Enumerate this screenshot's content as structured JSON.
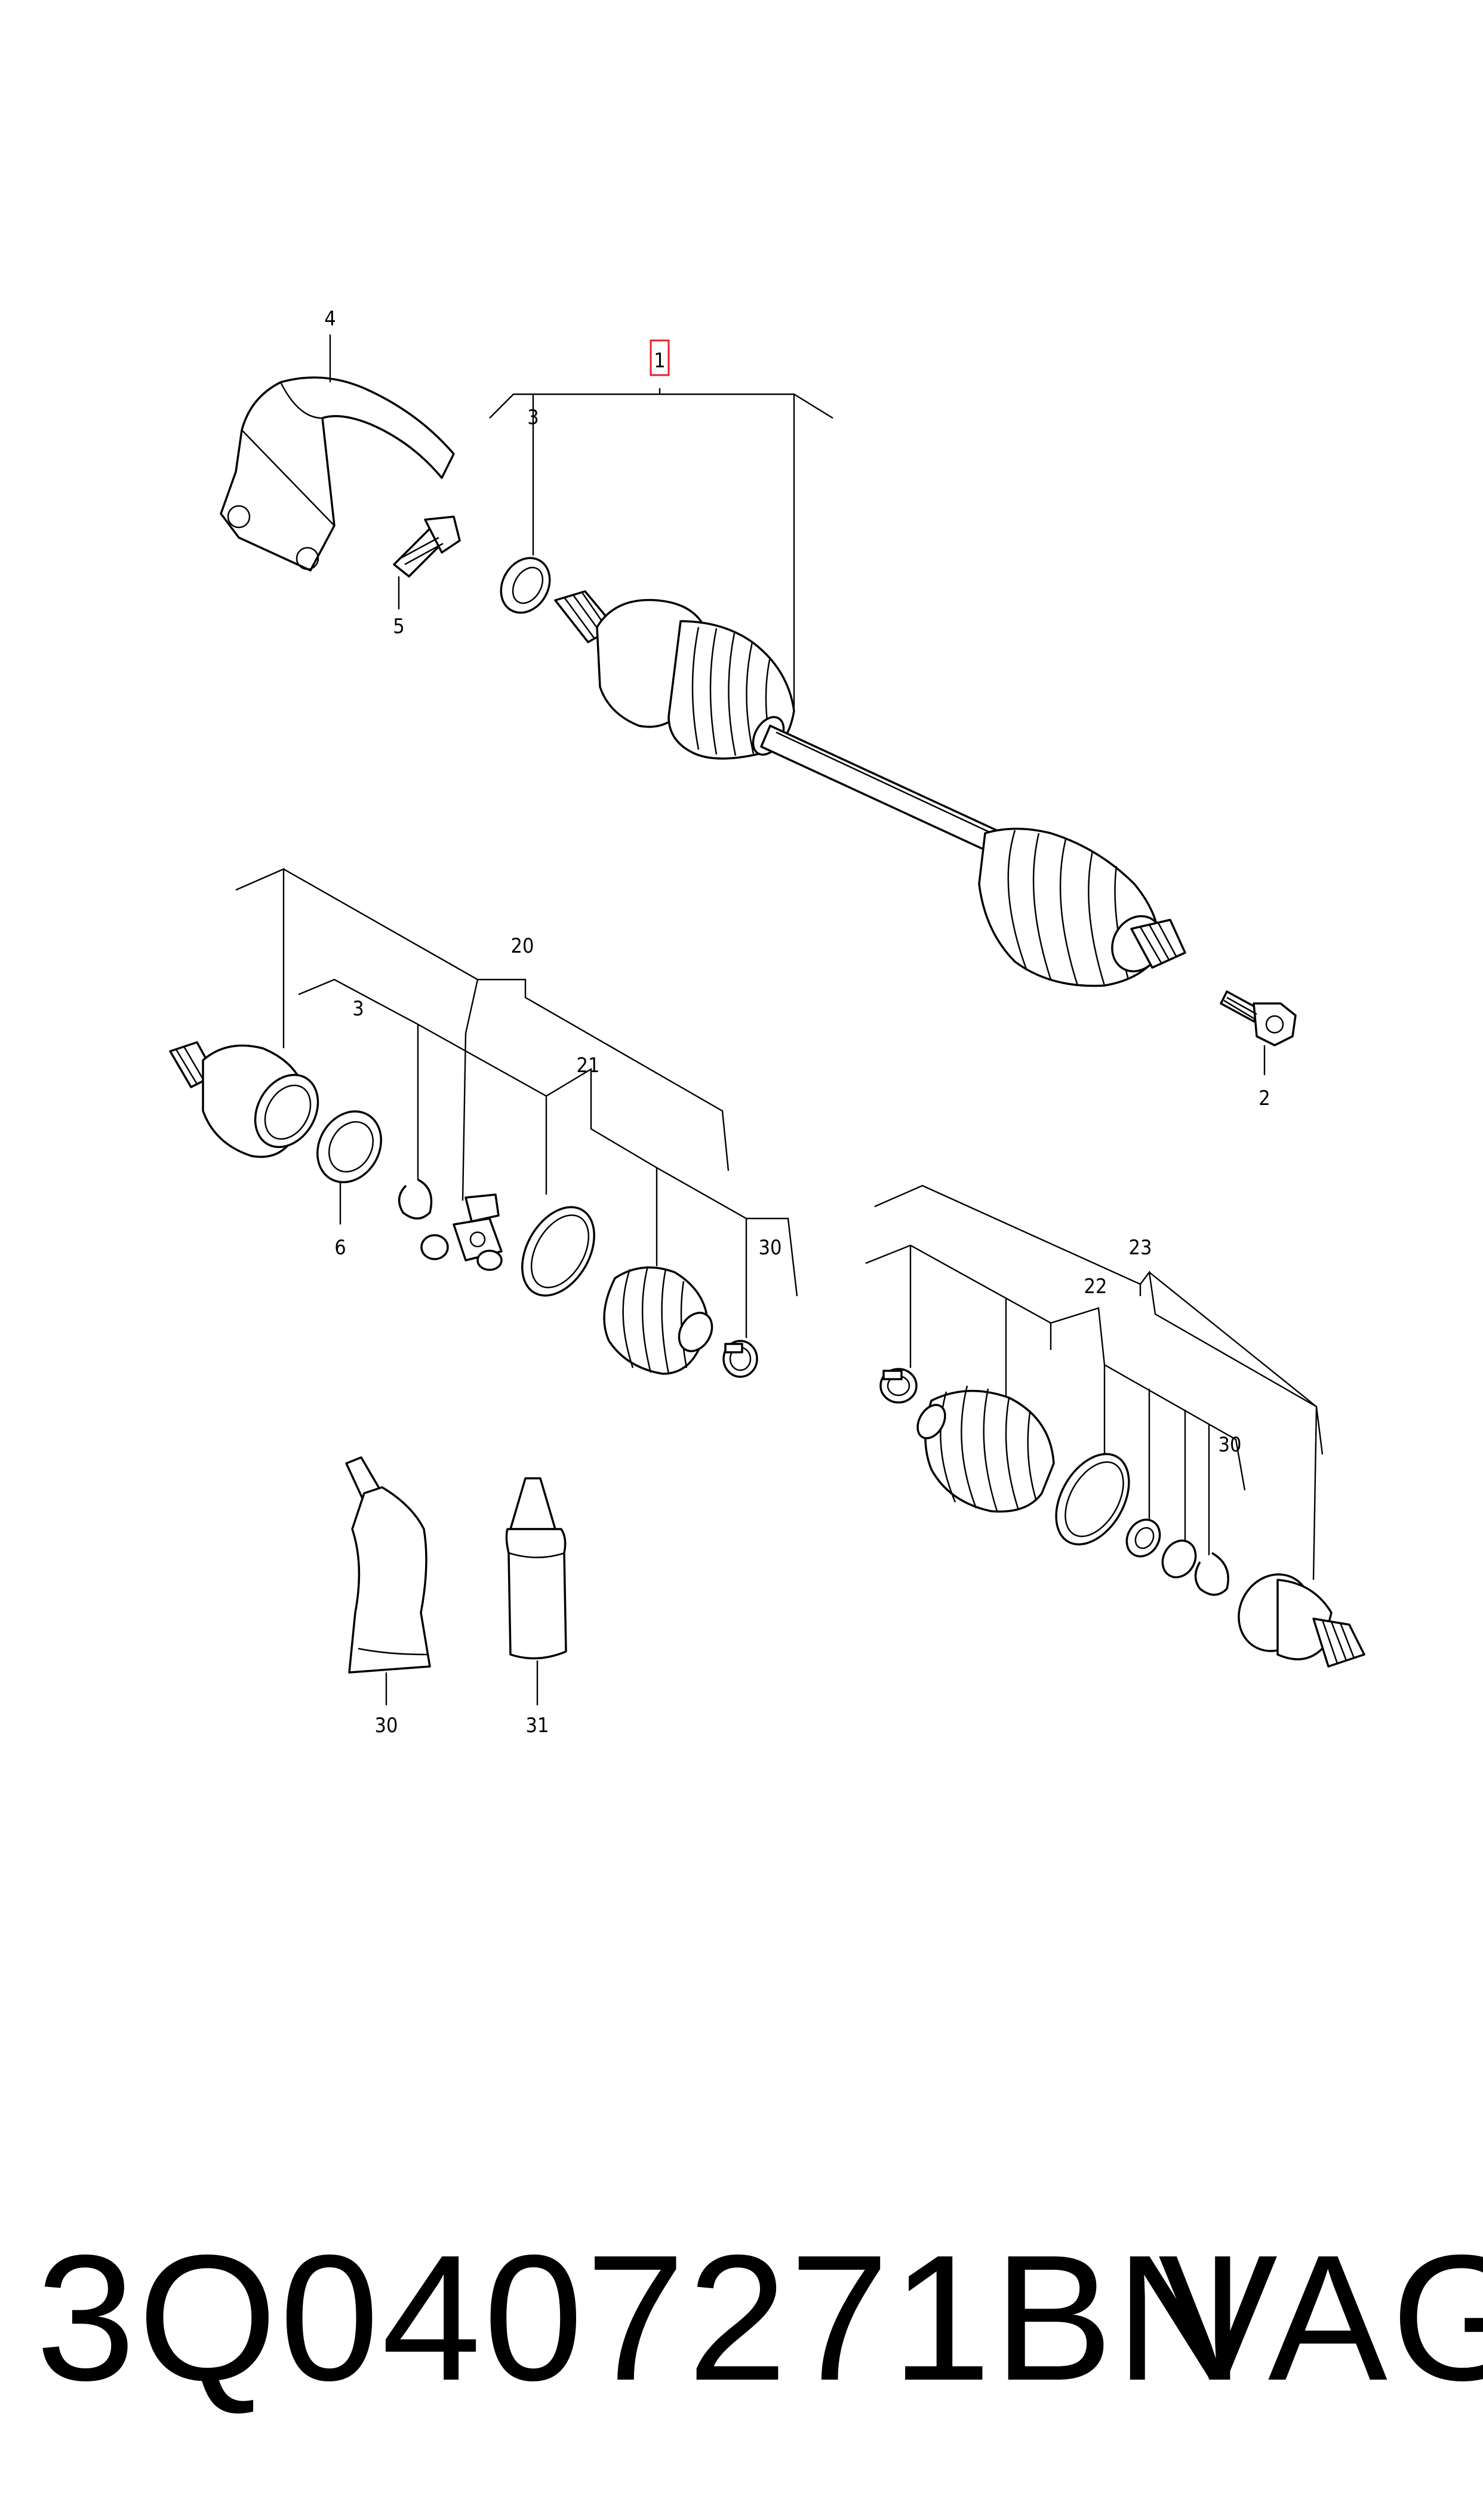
{
  "callouts": {
    "c1": "1",
    "c2": "2",
    "c3a": "3",
    "c3b": "3",
    "c4": "4",
    "c5": "5",
    "c6": "6",
    "c20": "20",
    "c21": "21",
    "c22": "22",
    "c23": "23",
    "c30a": "30",
    "c30b": "30",
    "c30c": "30",
    "c31": "31"
  },
  "footer": {
    "part_number": "3Q0407271BN",
    "brand": "VAG"
  },
  "colors": {
    "highlight": "#e8202a",
    "line": "#000000",
    "background": "#ffffff"
  }
}
